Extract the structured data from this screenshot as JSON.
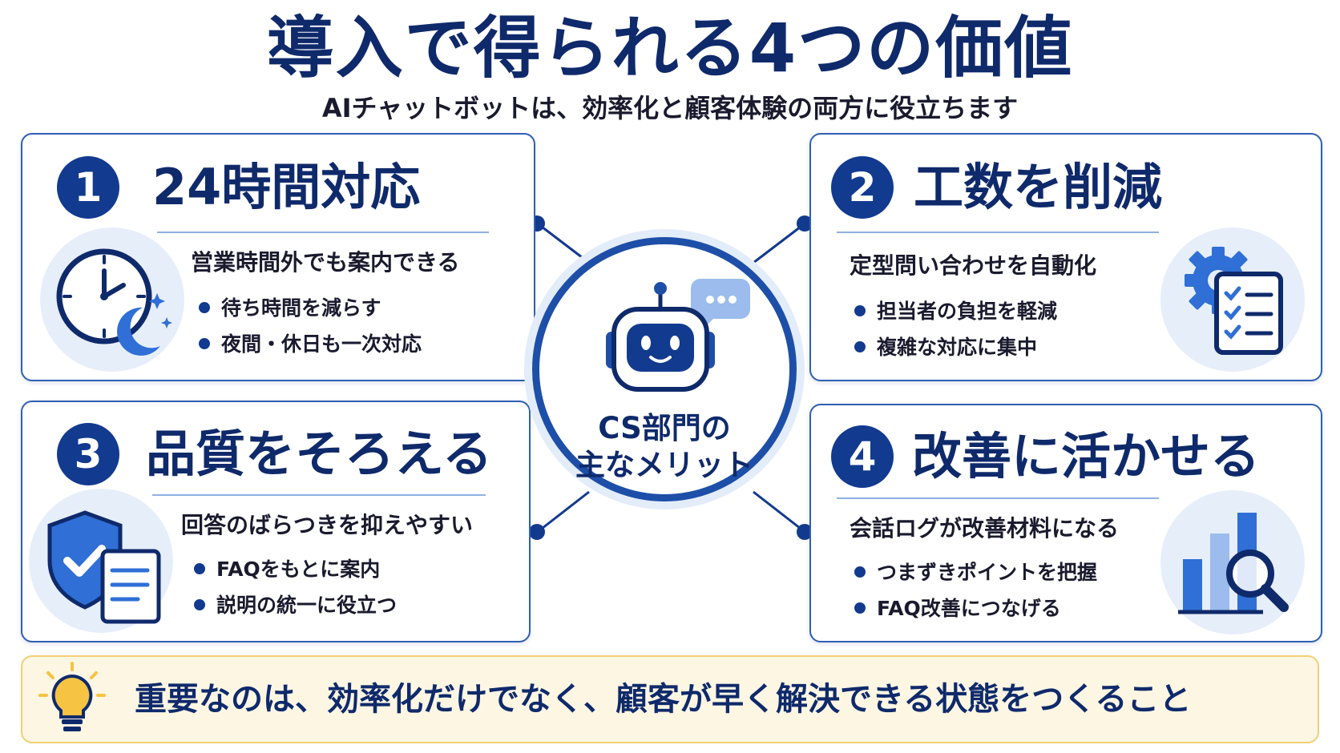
{
  "title": "導入で得られる4つの価値",
  "subtitle": "AIチャットボットは、効率化と顧客体験の両方に役立ちます",
  "center": {
    "line1": "CS部門の",
    "line2": "主なメリット",
    "speech_bubble_icon": "chat-bubble-icon",
    "robot_icon": "robot-icon"
  },
  "cards": [
    {
      "number": "1",
      "title": "24時間対応",
      "lead": "営業時間外でも案内できる",
      "items": [
        "待ち時間を減らす",
        "夜間・休日も一次対応"
      ],
      "icon": "clock-moon-icon"
    },
    {
      "number": "2",
      "title": "工数を削減",
      "lead": "定型問い合わせを自動化",
      "items": [
        "担当者の負担を軽減",
        "複雑な対応に集中"
      ],
      "icon": "gear-checklist-icon"
    },
    {
      "number": "3",
      "title": "品質をそろえる",
      "lead": "回答のばらつきを抑えやすい",
      "items": [
        "FAQをもとに案内",
        "説明の統一に役立つ"
      ],
      "icon": "shield-document-icon"
    },
    {
      "number": "4",
      "title": "改善に活かせる",
      "lead": "会話ログが改善材料になる",
      "items": [
        "つまずきポイントを把握",
        "FAQ改善につなげる"
      ],
      "icon": "chart-magnifier-icon"
    }
  ],
  "banner": {
    "text": "重要なのは、効率化だけでなく、顧客が早く解決できる状態をつくること",
    "icon": "lightbulb-icon"
  },
  "colors": {
    "navy": "#0f2a6b",
    "accent_blue": "#1d4fa8",
    "light_blue": "#e6eefa",
    "banner_bg": "#fdf6e3",
    "banner_border": "#f1cf75",
    "bulb_yellow": "#f6c343"
  }
}
